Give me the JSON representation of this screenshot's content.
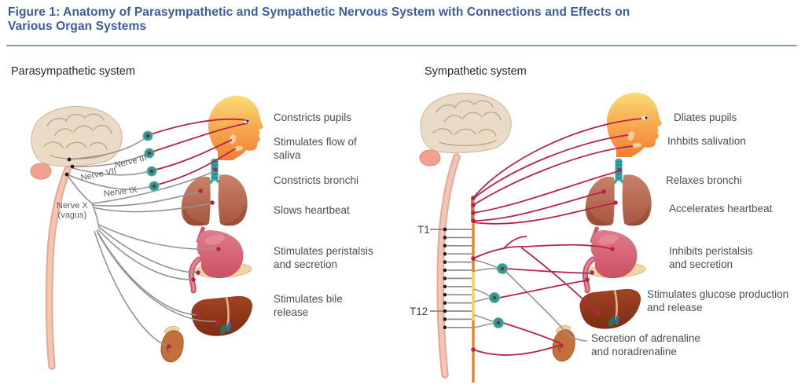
{
  "figure": {
    "title": "Figure 1: Anatomy of Parasympathetic and Sympathetic Nervous System with Connections and Effects on\nVarious Organ Systems"
  },
  "colors": {
    "title-blue": "#3d5c9c",
    "divider": "#8a99ae",
    "text-dark": "#454f59",
    "heading": "#23282d",
    "nerve-gray": "#565d66",
    "line-gray": "#979390",
    "line-red": "#b72349",
    "ganglion-teal": "#2a9c90",
    "ganglion-core": "#8f1d3e",
    "chain-orange": "#e87c1e",
    "dot-black": "#1c1c1c"
  },
  "left_panel": {
    "heading": "Parasympathetic system",
    "nerves": {
      "n3": "Nerve III",
      "n7": "Nerve VII",
      "n9": "Nerve IX",
      "n10": "Nerve X\n(vagus)"
    },
    "effects": [
      {
        "text": "Constricts pupils"
      },
      {
        "text": "Stimulates flow of\nsaliva"
      },
      {
        "text": "Constricts bronchi"
      },
      {
        "text": "Slows heartbeat"
      },
      {
        "text": "Stimulates peristalsis\nand secretion"
      },
      {
        "text": "Stimulates bile\nrelease"
      }
    ]
  },
  "right_panel": {
    "heading": "Sympathetic system",
    "spine": {
      "t1": "T1",
      "t12": "T12"
    },
    "effects": [
      {
        "text": "Dliates pupils"
      },
      {
        "text": "Inhbits salivation"
      },
      {
        "text": "Relaxes bronchi"
      },
      {
        "text": "Accelerates heartbeat"
      },
      {
        "text": "Inhibits peristalsis\nand secretion"
      },
      {
        "text": "Stimulates glucose production\nand release"
      },
      {
        "text": "Secretion of adrenaline\nand noradrenaline"
      }
    ]
  }
}
